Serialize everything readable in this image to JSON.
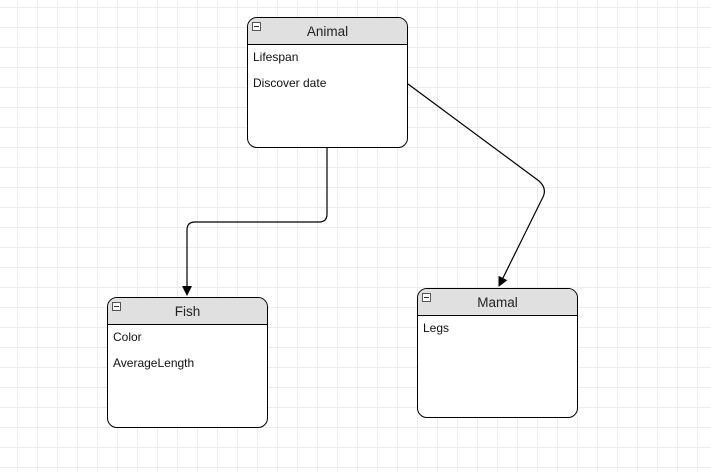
{
  "diagram": {
    "nodes": {
      "animal": {
        "title": "Animal",
        "attributes": [
          "Lifespan",
          "Discover date"
        ]
      },
      "fish": {
        "title": "Fish",
        "attributes": [
          "Color",
          "AverageLength"
        ]
      },
      "mamal": {
        "title": "Mamal",
        "attributes": [
          "Legs"
        ]
      }
    },
    "edges": [
      {
        "from": "Animal",
        "to": "Fish"
      },
      {
        "from": "Animal",
        "to": "Mamal"
      }
    ]
  },
  "icons": {
    "node_collapse": "collapse-icon"
  },
  "colors": {
    "header_fill": "#e0e0e0",
    "border": "#000000",
    "grid": "#ececec"
  }
}
